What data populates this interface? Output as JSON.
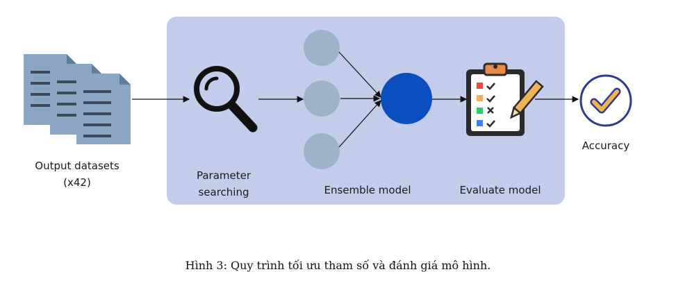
{
  "labels": {
    "output_datasets": "Output datasets",
    "output_count": "(x42)",
    "parameter_line1": "Parameter",
    "parameter_line2": "searching",
    "ensemble": "Ensemble model",
    "evaluate": "Evaluate model",
    "accuracy": "Accuracy"
  },
  "caption": "Hình 3: Quy trình tối ưu tham số và đánh giá mô hình.",
  "icons": [
    "document-stack-icon",
    "magnifier-icon",
    "clipboard-checklist-icon",
    "checkmark-circle-icon"
  ],
  "colors": {
    "panel": "#c3cdeb",
    "document": "#8aa6c4",
    "hidden_node": "#9cb3c9",
    "output_node": "#0b4fbf",
    "accuracy_ring": "#2e3a8c",
    "check": "#f0b257"
  }
}
